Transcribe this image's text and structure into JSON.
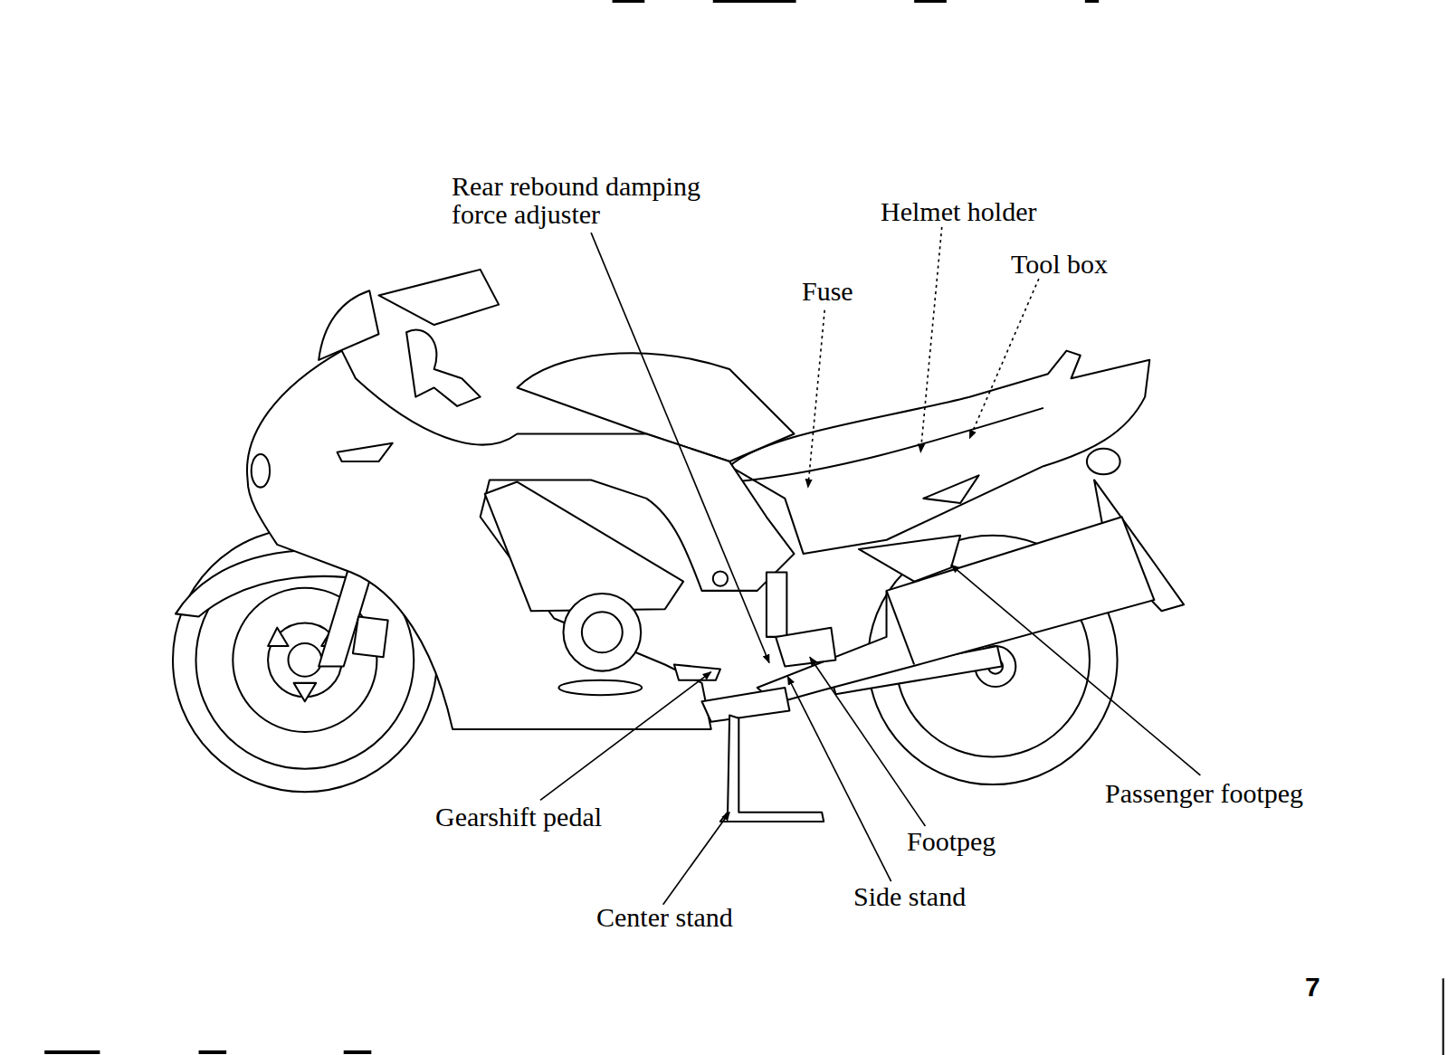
{
  "diagram": {
    "labels": [
      "Rear rebound damping force adjuster",
      "Helmet holder",
      "Tool box",
      "Fuse",
      "Gearshift pedal",
      "Center stand",
      "Footpeg",
      "Side stand",
      "Passenger footpeg",
      "7"
    ]
  }
}
